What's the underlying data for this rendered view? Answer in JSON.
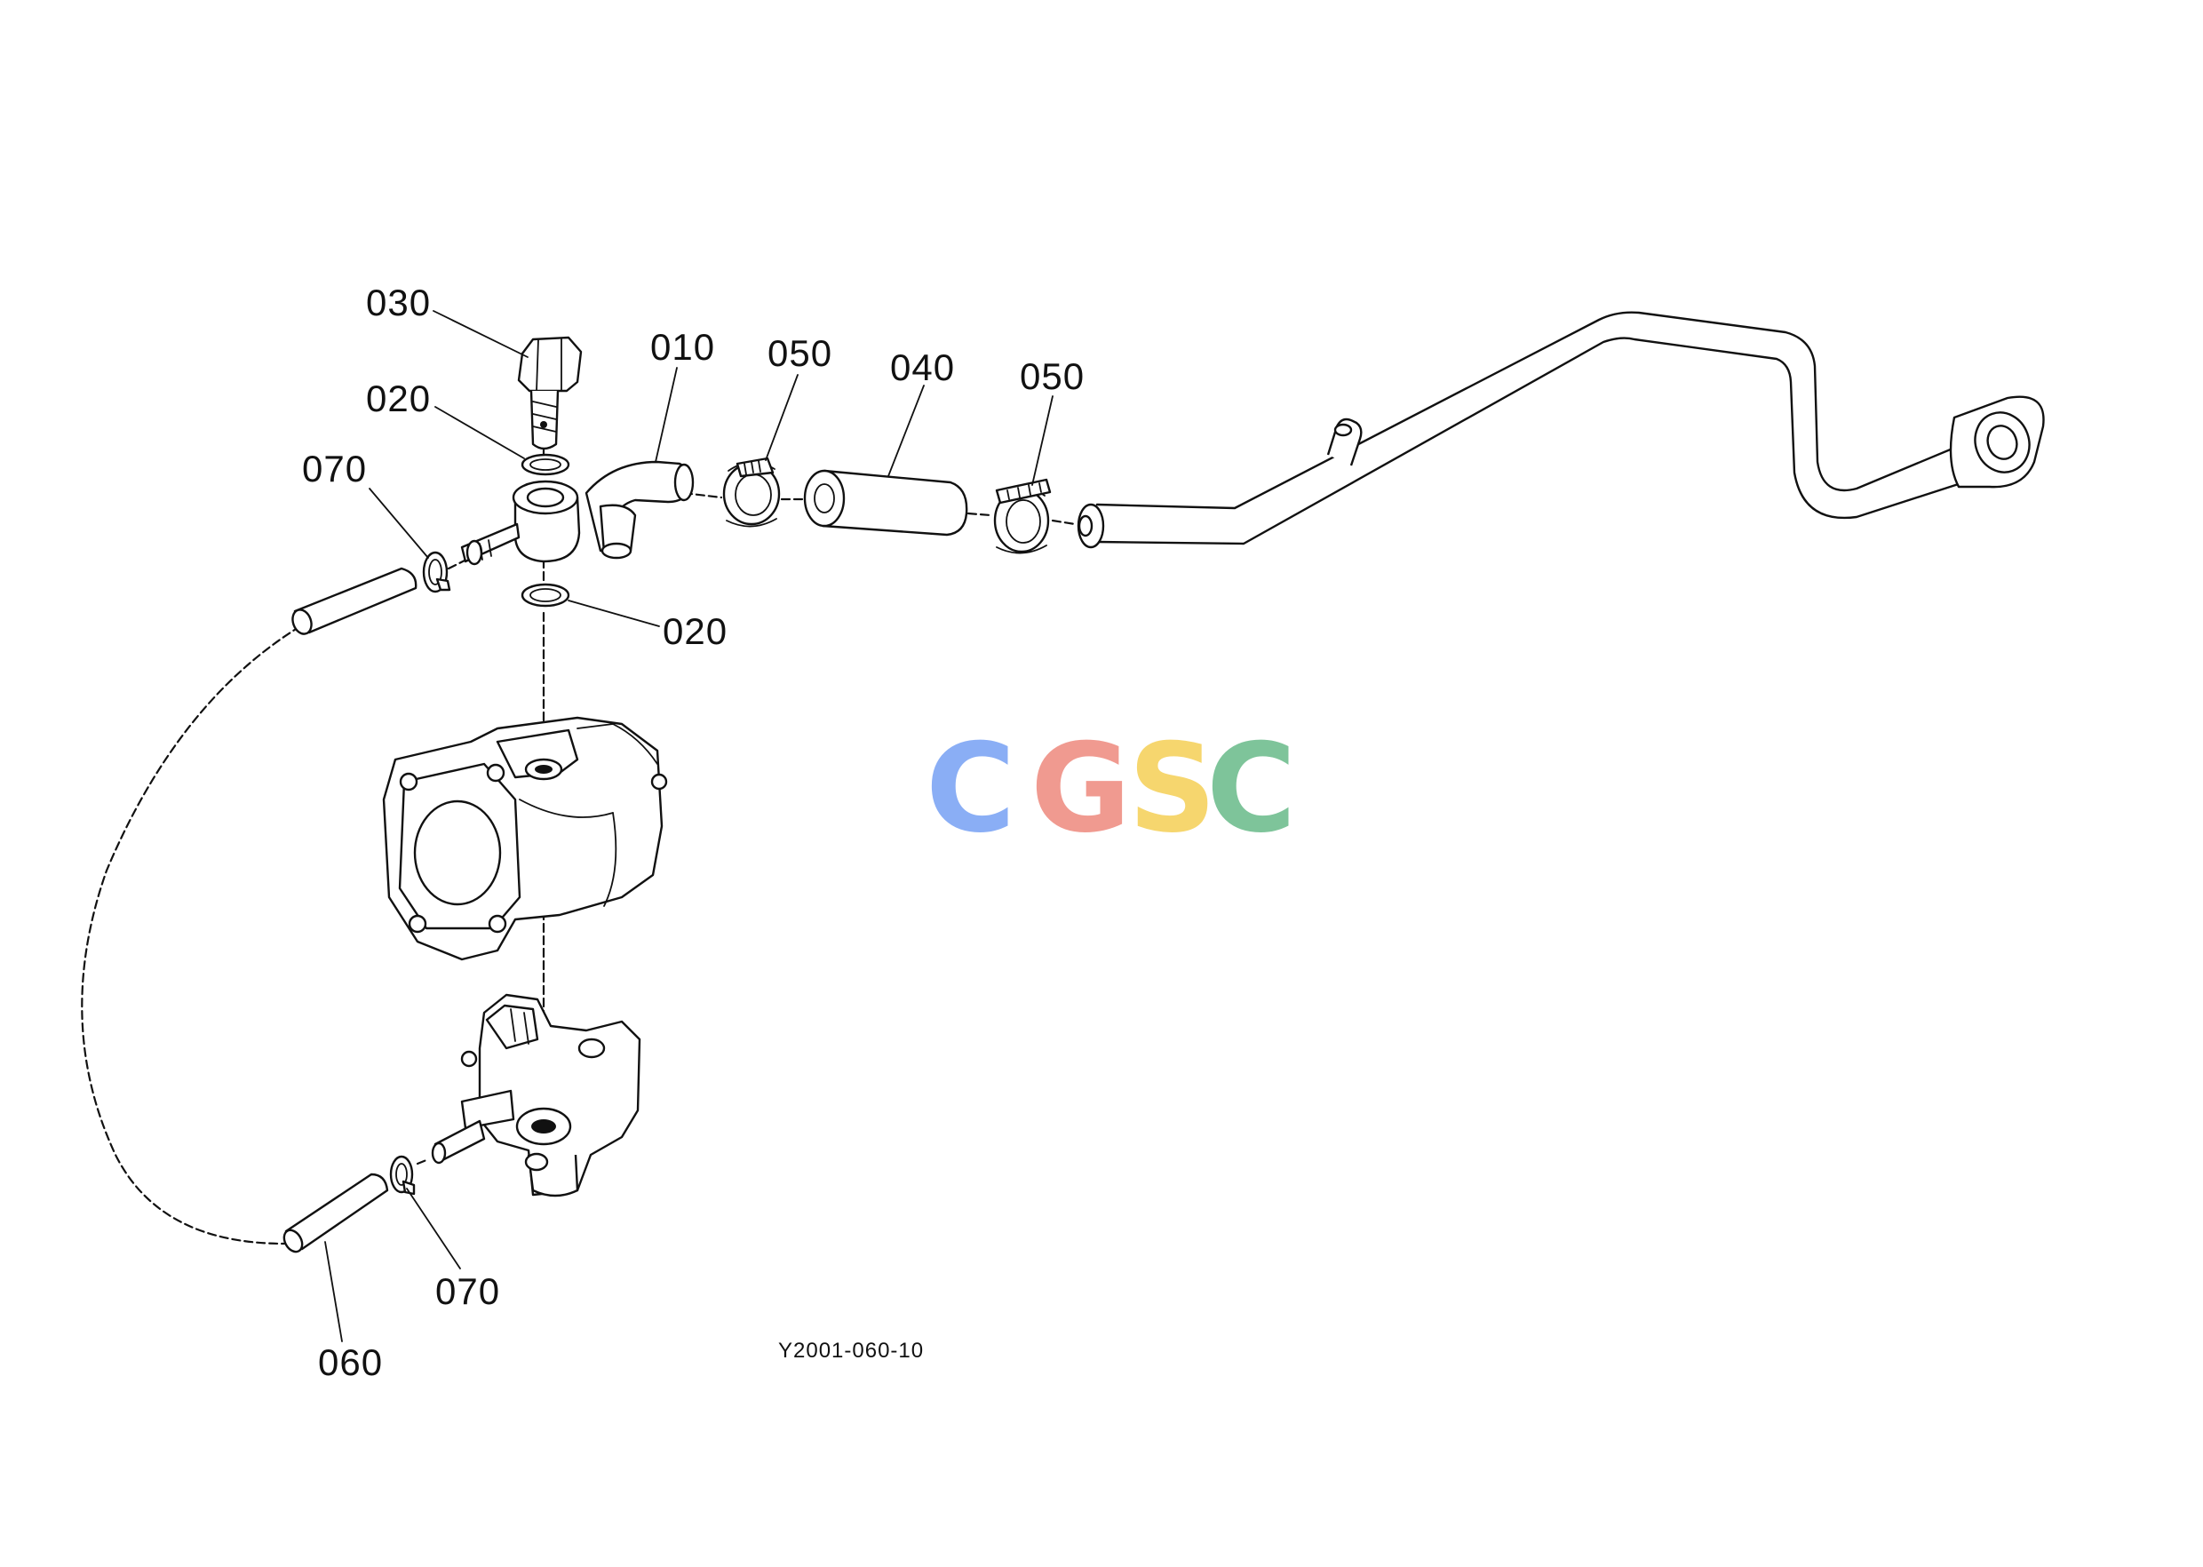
{
  "callouts": [
    {
      "id": "c030a",
      "text": "030"
    },
    {
      "id": "c020a",
      "text": "020"
    },
    {
      "id": "c070a",
      "text": "070"
    },
    {
      "id": "c010",
      "text": "010"
    },
    {
      "id": "c050a",
      "text": "050"
    },
    {
      "id": "c040",
      "text": "040"
    },
    {
      "id": "c050b",
      "text": "050"
    },
    {
      "id": "c020b",
      "text": "020"
    },
    {
      "id": "c070b",
      "text": "070"
    },
    {
      "id": "c060",
      "text": "060"
    }
  ],
  "drawing_code": "Y2001-060-10",
  "watermark": {
    "letters": [
      "C",
      "G",
      "S",
      "C"
    ],
    "colors": [
      "#8aaef5",
      "#f09a90",
      "#f6d66e",
      "#7ec49a"
    ]
  }
}
